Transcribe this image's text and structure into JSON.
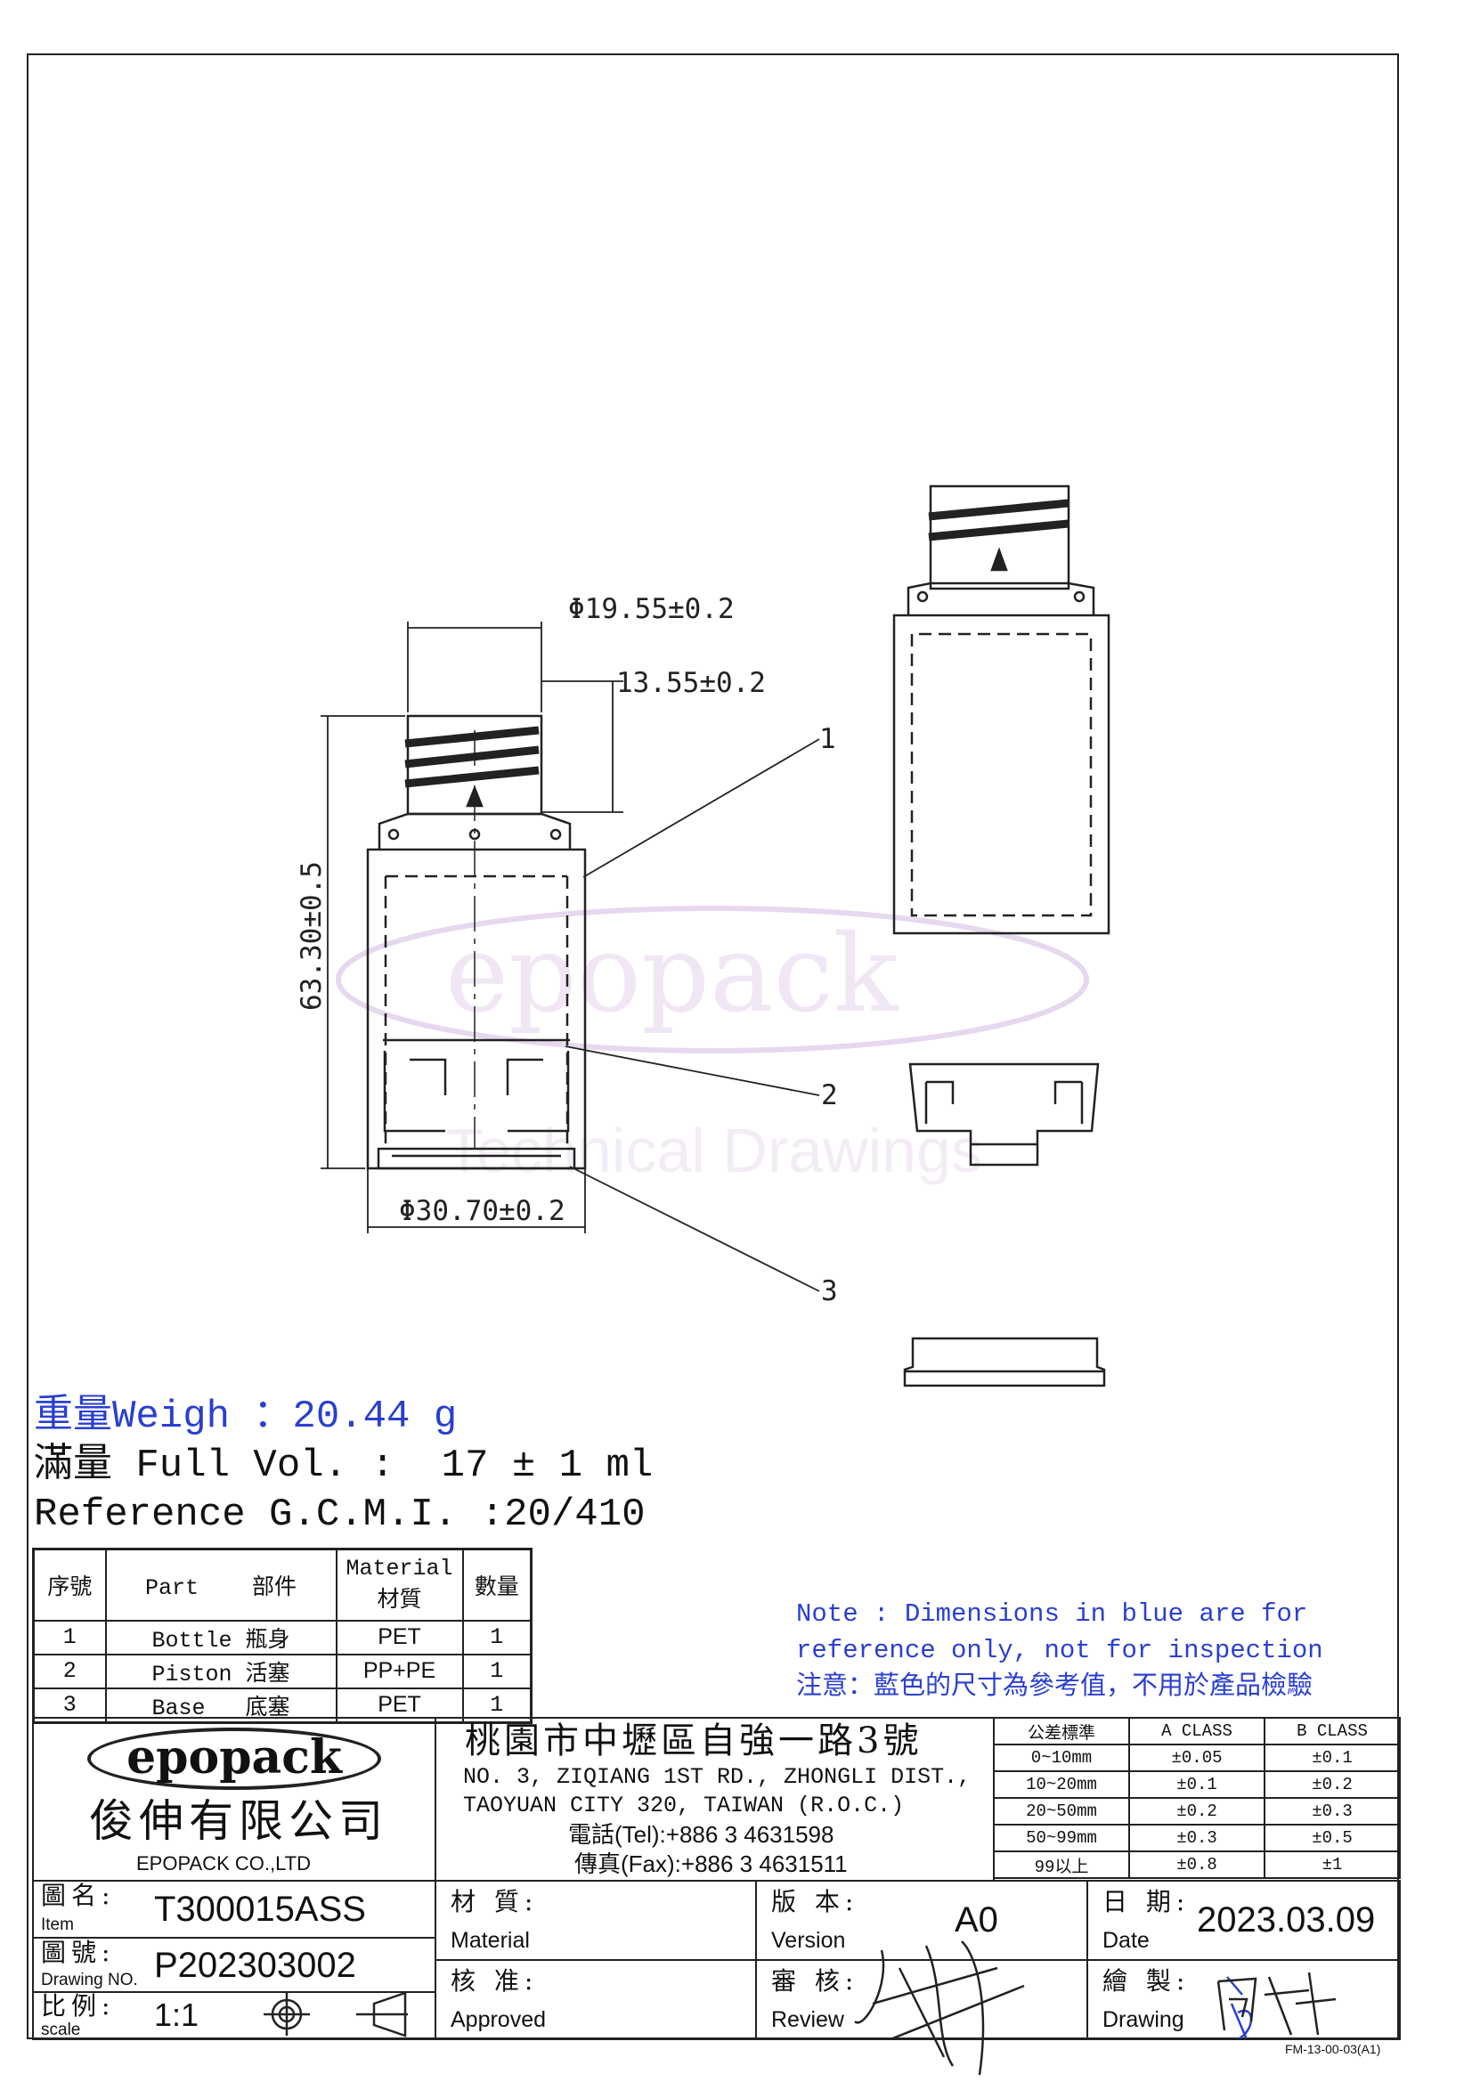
{
  "watermark": {
    "logo": "epopack",
    "text": "Technical Drawings"
  },
  "dimensions": {
    "neck_outer": "Φ19.55±0.2",
    "neck_height": "13.55±0.2",
    "height": "63.30±0.5",
    "body_dia": "Φ30.70±0.2"
  },
  "callouts": [
    "1",
    "2",
    "3"
  ],
  "specs": {
    "weight": "重量Weigh ：20.44 g",
    "full_vol": "滿量 Full Vol. :  17 ± 1 ml",
    "reference": "Reference G.C.M.I. :20/410"
  },
  "parts_table": {
    "headers": {
      "no": "序號",
      "part": "Part    部件",
      "material_en": "Material",
      "material_cn": "材質",
      "qty": "數量"
    },
    "rows": [
      {
        "no": "1",
        "part": "Bottle 瓶身",
        "material": "PET",
        "qty": "1"
      },
      {
        "no": "2",
        "part": "Piston 活塞",
        "material": "PP+PE",
        "qty": "1"
      },
      {
        "no": "3",
        "part": "Base   底塞",
        "material": "PET",
        "qty": "1"
      }
    ]
  },
  "note": {
    "line1": "Note : Dimensions in blue are for",
    "line2": "reference only, not for inspection",
    "line3": "注意：藍色的尺寸為參考值，不用於產品檢驗"
  },
  "company": {
    "logo": "epopack",
    "name_cn": "俊伸有限公司",
    "name_en": "EPOPACK CO.,LTD",
    "addr_cn": "桃園市中壢區自強一路3號",
    "addr1": "NO. 3, ZIQIANG 1ST RD., ZHONGLI DIST.,",
    "addr2": "TAOYUAN CITY 320, TAIWAN (R.O.C.)",
    "tel": "電話(Tel):+886 3 4631598",
    "fax": "傳真(Fax):+886 3 4631511"
  },
  "tolerance": {
    "headers": [
      "公差標準",
      "A CLASS",
      "B CLASS"
    ],
    "rows": [
      [
        "0~10mm",
        "±0.05",
        "±0.1"
      ],
      [
        "10~20mm",
        "±0.1",
        "±0.2"
      ],
      [
        "20~50mm",
        "±0.2",
        "±0.3"
      ],
      [
        "50~99mm",
        "±0.3",
        "±0.5"
      ],
      [
        "99以上",
        "±0.8",
        "±1"
      ]
    ]
  },
  "title_block": {
    "item_cn": "圖名:",
    "item_en": "Item",
    "item": "T300015ASS",
    "drawno_cn": "圖號:",
    "drawno_en": "Drawing NO.",
    "drawno": "P202303002",
    "scale_cn": "比例:",
    "scale_en": "scale",
    "scale": "1:1",
    "material_cn": "材 質:",
    "material_en": "Material",
    "approved_cn": "核 准:",
    "approved_en": "Approved",
    "version_cn": "版 本:",
    "version_en": "Version",
    "version": "A0",
    "review_cn": "審 核:",
    "review_en": "Review",
    "date_cn": "日 期:",
    "date_en": "Date",
    "date": "2023.03.09",
    "drawing_cn": "繪 製:",
    "drawing_en": "Drawing"
  },
  "form_no": "FM-13-00-03(A1)"
}
